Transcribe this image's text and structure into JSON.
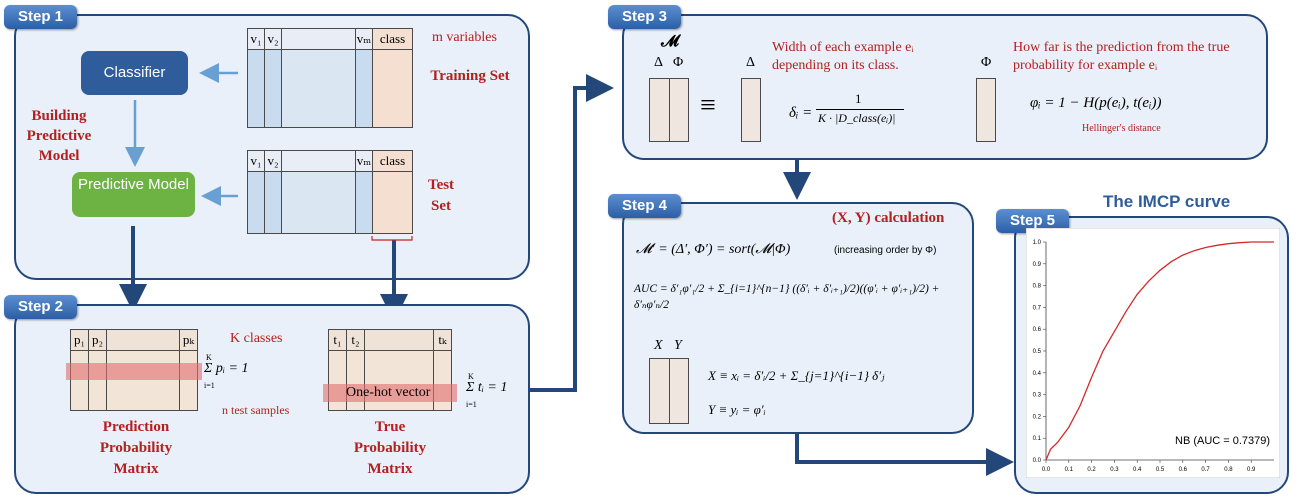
{
  "steps": {
    "s1": "Step 1",
    "s2": "Step 2",
    "s3": "Step 3",
    "s4": "Step 4",
    "s5": "Step 5"
  },
  "step1": {
    "classifier": "Classifier",
    "predictive_model": "Predictive Model",
    "building_label": "Building Predictive Model",
    "training_label": "Training Set",
    "test_label": "Test Set",
    "m_variables": "m variables",
    "header_v1": "v₁",
    "header_v2": "v₂",
    "header_vm": "vₘ",
    "header_class": "class"
  },
  "step2": {
    "k_classes": "K classes",
    "n_test": "n test samples",
    "pred_matrix": "Prediction Probability Matrix",
    "true_matrix": "True Probability Matrix",
    "one_hot": "One-hot vector",
    "header_p1": "p₁",
    "header_p2": "p₂",
    "header_pk": "pₖ",
    "header_t1": "t₁",
    "header_t2": "t₂",
    "header_tk": "tₖ",
    "sum_p": "Σ pᵢ = 1",
    "sum_t": "Σ tᵢ = 1",
    "sum_top": "K",
    "sum_bottom": "i=1"
  },
  "step3": {
    "M": "𝓜",
    "delta": "Δ",
    "phi": "Φ",
    "equiv": "≡",
    "width_text": "Width of each example eᵢ depending on its class.",
    "far_text": "How far is the prediction from the true probability for example eᵢ",
    "delta_formula_lhs": "δᵢ =",
    "delta_num": "1",
    "delta_den": "K · |D_class(eᵢ)|",
    "phi_formula": "φᵢ = 1 − H(p(eᵢ), t(eᵢ))",
    "hellinger": "Hellinger's distance"
  },
  "step4": {
    "title": "(X, Y) calculation",
    "sort_formula": "𝓜′ = (Δ′, Φ′) = sort(𝓜|Φ)",
    "sort_note": "(increasing order by Φ)",
    "auc_formula": "AUC = δ′₁φ′₁/2 + Σ_{i=1}^{n−1} ((δ′ᵢ + δ′ᵢ₊₁)/2)((φ′ᵢ + φ′ᵢ₊₁)/2) + δ′ₙφ′ₙ/2",
    "x_label": "X",
    "y_label": "Y",
    "x_formula": "X ≡  xᵢ = δ′ᵢ/2 + Σ_{j=1}^{i−1} δ′ⱼ",
    "y_formula": "Y ≡  yᵢ = φ′ᵢ"
  },
  "step5": {
    "title": "The IMCP curve"
  },
  "colors": {
    "panel": "#e9f0f9",
    "border": "#24477a",
    "blue": "#2f5d9c",
    "green": "#6db343",
    "red": "#b3201f",
    "curve": "#d12a2a"
  },
  "chart_data": {
    "type": "line",
    "title": "",
    "series": [
      {
        "name": "",
        "x": [
          0.0,
          0.02,
          0.05,
          0.1,
          0.15,
          0.2,
          0.25,
          0.3,
          0.35,
          0.4,
          0.45,
          0.5,
          0.55,
          0.6,
          0.65,
          0.7,
          0.75,
          0.8,
          0.85,
          0.9,
          1.0
        ],
        "y": [
          0.0,
          0.05,
          0.08,
          0.15,
          0.25,
          0.38,
          0.5,
          0.59,
          0.68,
          0.76,
          0.82,
          0.87,
          0.91,
          0.94,
          0.96,
          0.975,
          0.985,
          0.992,
          0.997,
          1.0,
          1.0
        ]
      }
    ],
    "legend_text": "NB (AUC = 0.7379)",
    "xlim": [
      0,
      1
    ],
    "ylim": [
      0,
      1
    ],
    "xticks": [
      "0.0",
      "0.1",
      "0.2",
      "0.3",
      "0.4",
      "0.5",
      "0.6",
      "0.7",
      "0.8",
      "0.9"
    ],
    "yticks": [
      "0.0",
      "0.1",
      "0.2",
      "0.3",
      "0.4",
      "0.5",
      "0.6",
      "0.7",
      "0.8",
      "0.9",
      "1.0"
    ],
    "grid": false
  }
}
